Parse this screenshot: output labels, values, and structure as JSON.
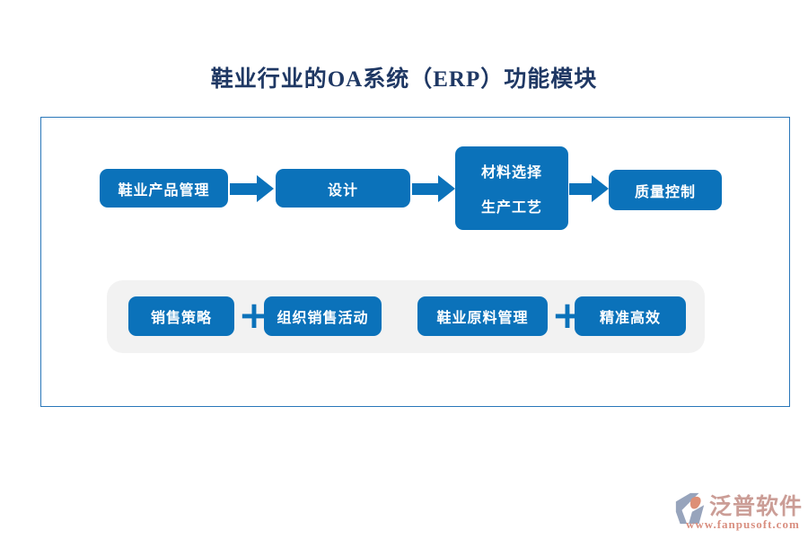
{
  "title": "鞋业行业的OA系统（ERP）功能模块",
  "flow": {
    "step1": "鞋业产品管理",
    "step2": "设计",
    "step3_line1": "材料选择",
    "step3_line2": "生产工艺",
    "step4": "质量控制"
  },
  "groups": {
    "plus": "+",
    "group1_left": "销售策略",
    "group1_right": "组织销售活动",
    "group2_left": "鞋业原料管理",
    "group2_right": "精准高效"
  },
  "logo": {
    "name": "泛普软件",
    "url": "www.fanpusoft.com"
  },
  "colors": {
    "primary_blue": "#0b72ba",
    "frame_border_blue": "#2a77b9",
    "title_navy": "#1f3864",
    "band_gray": "#f2f2f2",
    "logo_gray_blue": "#97a4bc",
    "logo_salmon": "#dd8f76",
    "logo_name_text": "#cb9d96",
    "logo_url_text": "#d98f80"
  }
}
